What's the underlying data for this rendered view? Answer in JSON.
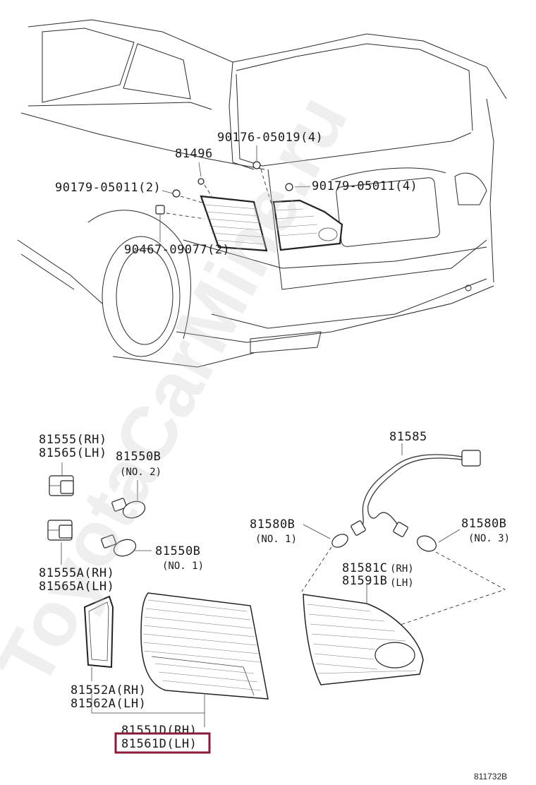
{
  "callouts": {
    "c81496": "81496",
    "c90176": "90176-05019(4)",
    "c90179_l": "90179-05011(2)",
    "c90179_r": "90179-05011(4)",
    "c90467": "90467-09077(2)",
    "c81555_rh": "81555(RH)",
    "c81565_lh": "81565(LH)",
    "c81550b_top": "81550B",
    "c81550b_top_no": "(NO. 2)",
    "c81550b_mid": "81550B",
    "c81550b_mid_no": "(NO. 1)",
    "c81555a_rh": "81555A(RH)",
    "c81565a_lh": "81565A(LH)",
    "c81552a_rh": "81552A(RH)",
    "c81562a_lh": "81562A(LH)",
    "c81551d_rh": "81551D(RH)",
    "c81561d_lh": "81561D(LH)",
    "c81585": "81585",
    "c81580b_l": "81580B",
    "c81580b_l_no": "(NO. 1)",
    "c81580b_r": "81580B",
    "c81580b_r_no": "(NO. 3)",
    "c81581c": "81581C",
    "c81581c_rh": "(RH)",
    "c81591b": "81591B",
    "c81591b_lh": "(LH)"
  },
  "diagram_id": "811732B",
  "watermark": "ToyotaCarMine.ru",
  "highlight_color": "#8b1a3a"
}
